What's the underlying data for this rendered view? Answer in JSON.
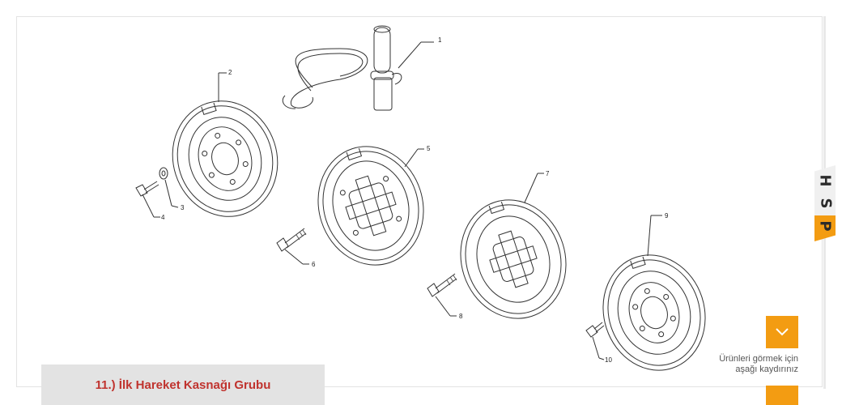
{
  "figure": {
    "title": "11.) İlk Hareket Kasnağı Grubu",
    "callouts": [
      "1",
      "2",
      "3",
      "4",
      "5",
      "6",
      "7",
      "8",
      "9",
      "10"
    ]
  },
  "scroll_hint": {
    "line1": "Ürünleri görmek için",
    "line2": "aşağı kaydırınız"
  },
  "brand": {
    "letters": [
      "H",
      "S",
      "P"
    ]
  },
  "colors": {
    "accent": "#f39c12",
    "title": "#c0332e",
    "caption_bg": "#e3e3e3"
  },
  "icons": {
    "scroll": "chevron-down-icon"
  }
}
